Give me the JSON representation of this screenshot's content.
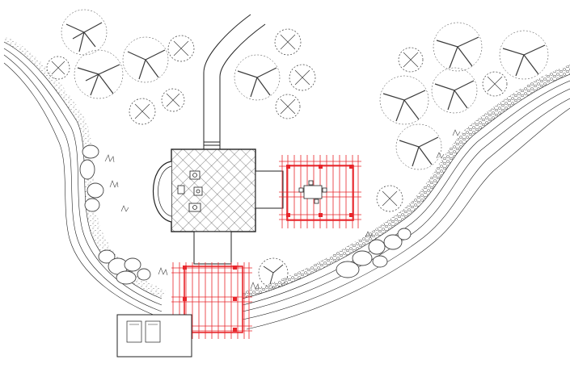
{
  "drawing": {
    "kind": "landscape site plan",
    "colors": {
      "background": "#ffffff",
      "linework": "#222222",
      "pergola": "#e8262b",
      "tree_canopy": "#3a3a3a",
      "boulder": "#555555"
    },
    "elements": [
      "access-path",
      "pavilion",
      "bay-window",
      "pergola-east",
      "pergola-south",
      "stream-bank-west",
      "stream-bank-east",
      "boulder-cluster-west",
      "boulder-cluster-east",
      "tree-grove-northwest",
      "tree-grove-north",
      "tree-grove-northeast",
      "parking-pad"
    ]
  }
}
